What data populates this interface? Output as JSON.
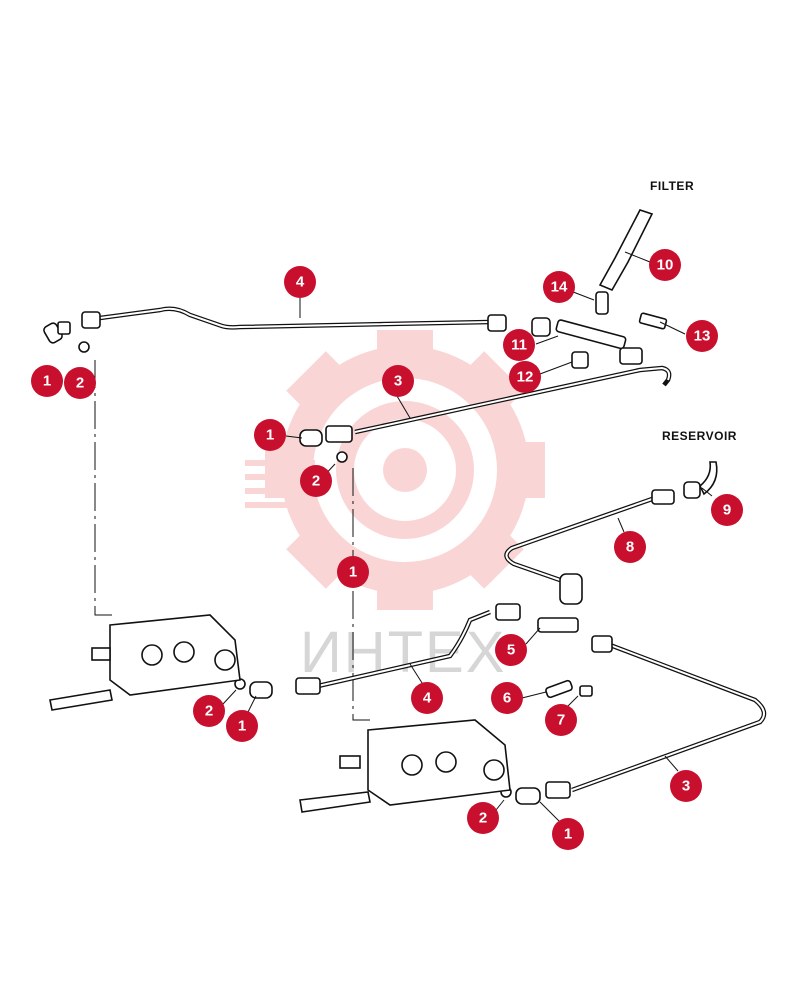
{
  "labels": {
    "filter": "FILTER",
    "reservoir": "RESERVOIR"
  },
  "watermark": {
    "text": "ИНТЕХ",
    "color": "#f08080"
  },
  "callout_color": "#c8102e",
  "callouts": [
    "1",
    "2",
    "4",
    "14",
    "10",
    "13",
    "11",
    "12",
    "3",
    "1",
    "2",
    "9",
    "8",
    "1",
    "5",
    "6",
    "7",
    "4",
    "2",
    "1",
    "3",
    "2",
    "1"
  ]
}
